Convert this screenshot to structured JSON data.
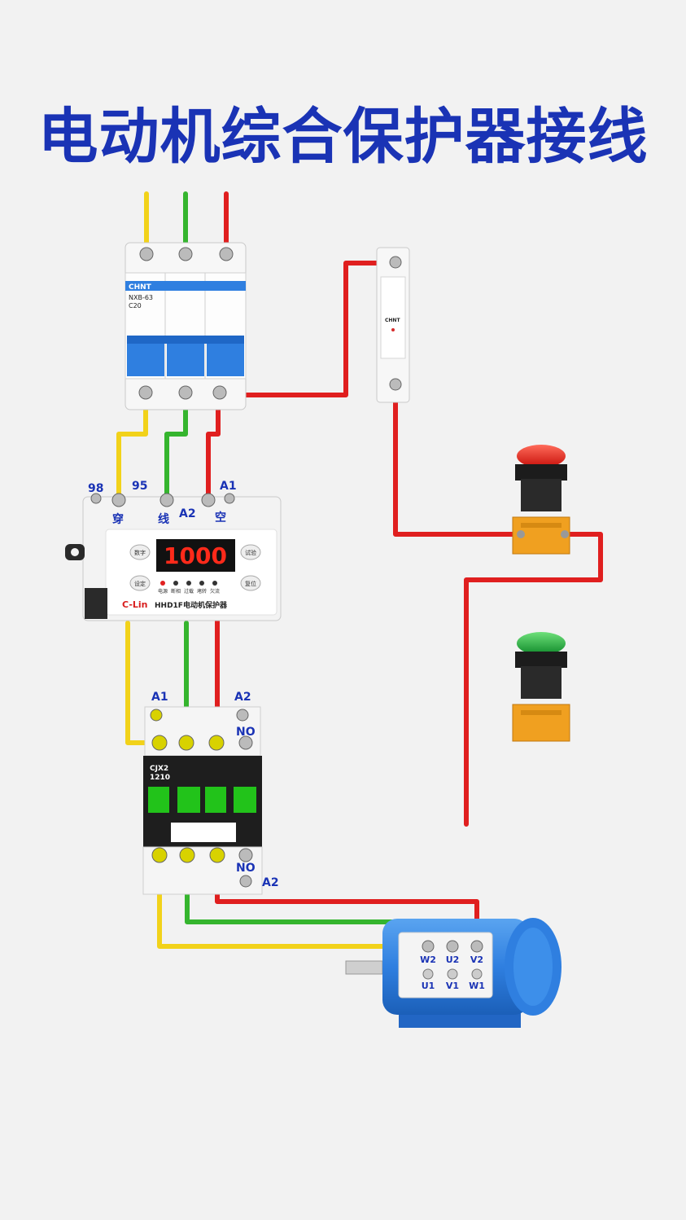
{
  "title": "电动机综合保护器接线",
  "breaker": {
    "brand": "CHNT",
    "model": "NXB-63",
    "rating": "C20"
  },
  "fuse": {
    "brand": "CHNT"
  },
  "protector": {
    "terminal_98": "98",
    "terminal_95": "95",
    "terminal_a1": "A1",
    "terminal_a2": "A2",
    "hole_chuan": "穿",
    "hole_xian": "线",
    "hole_kong": "空",
    "display": "1000",
    "btn_shuju": "数字",
    "btn_shezhi": "设定",
    "btn_shiyan": "试验",
    "btn_fuwei": "复位",
    "brand": "C-Lin",
    "model": "HHD1F电动机保护器",
    "indicators": [
      "电源",
      "断相",
      "过载",
      "堵转",
      "欠流"
    ]
  },
  "contactor": {
    "top_a1": "A1",
    "top_a2": "A2",
    "top_no": "NO",
    "model_line1": "CJX2",
    "model_line2": "1210",
    "bottom_no": "NO",
    "bottom_a2": "A2"
  },
  "motor": {
    "top_terminals": [
      "W2",
      "U2",
      "V2"
    ],
    "bottom_terminals": [
      "U1",
      "V1",
      "W1"
    ]
  },
  "colors": {
    "wire_yellow": "#f2d21a",
    "wire_green": "#35b52e",
    "wire_red": "#e01f1f",
    "title_blue": "#1a33b5",
    "motor_blue": "#2f7fe0"
  }
}
